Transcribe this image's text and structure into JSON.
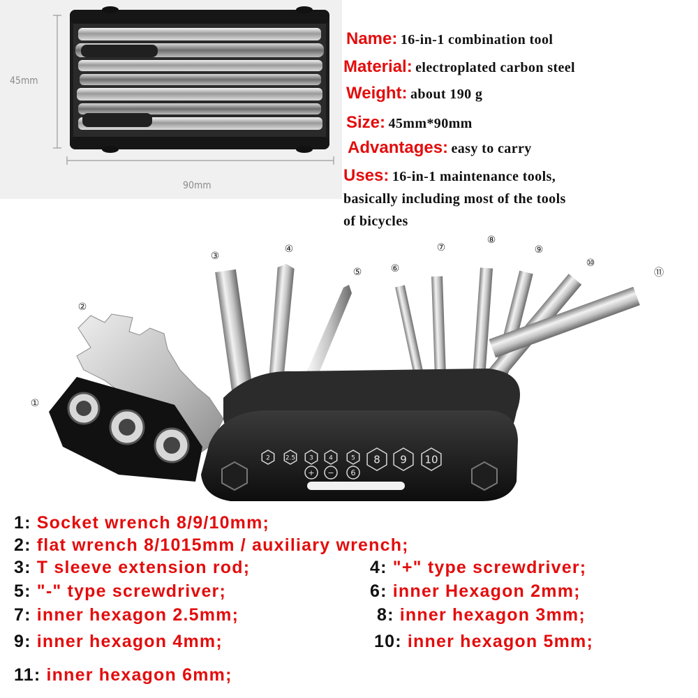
{
  "photo": {
    "height_label": "45mm",
    "width_label": "90mm"
  },
  "specs": {
    "name": {
      "key": "Name:",
      "value": "16-in-1 combination tool"
    },
    "material": {
      "key": "Material:",
      "value": "electroplated carbon steel"
    },
    "weight": {
      "key": "Weight:",
      "value": "about 190 g"
    },
    "size": {
      "key": "Size:",
      "value": "45mm*90mm"
    },
    "advantages": {
      "key": "Advantages:",
      "value": "easy to carry"
    },
    "uses": {
      "key": "Uses:",
      "value": "16-in-1 maintenance tools,",
      "line2": "basically including most of the tools",
      "line3": "of bicycles"
    }
  },
  "callouts": [
    "①",
    "②",
    "③",
    "④",
    "⑤",
    "⑥",
    "⑦",
    "⑧",
    "⑨",
    "⑩",
    "⑪"
  ],
  "body_markings": {
    "row1": [
      "2",
      "2.5",
      "3",
      "4",
      "5",
      "8",
      "9",
      "10"
    ],
    "row2": [
      "+",
      "−",
      "6"
    ]
  },
  "legend": [
    {
      "num": "1:",
      "desc": "Socket wrench 8/9/10mm;"
    },
    {
      "num": "2:",
      "desc": "flat wrench 8/1015mm / auxiliary wrench;"
    },
    {
      "num": "3:",
      "desc": "T sleeve extension rod;"
    },
    {
      "num": "4:",
      "desc": "\"+\" type screwdriver;"
    },
    {
      "num": "5:",
      "desc": "\"-\" type screwdriver;"
    },
    {
      "num": "6:",
      "desc": "inner Hexagon 2mm;"
    },
    {
      "num": "7:",
      "desc": "inner hexagon 2.5mm;"
    },
    {
      "num": "8:",
      "desc": "inner hexagon 3mm;"
    },
    {
      "num": "9:",
      "desc": "inner hexagon 4mm;"
    },
    {
      "num": "10:",
      "desc": "inner hexagon 5mm;"
    },
    {
      "num": "11:",
      "desc": "inner hexagon 6mm;"
    }
  ],
  "colors": {
    "accent_red": "#e30d0d",
    "text_black": "#111111",
    "panel_gray": "#f0f0f0"
  }
}
